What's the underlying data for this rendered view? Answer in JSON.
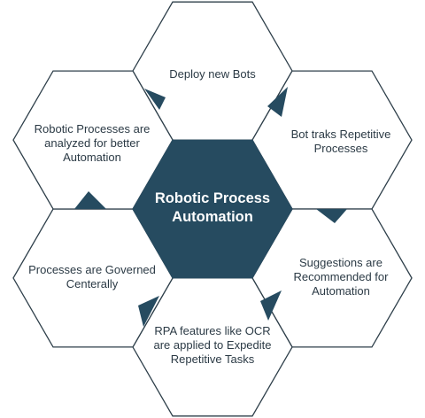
{
  "center": {
    "lines": [
      "Robotic Process",
      "Automation"
    ],
    "color": "#264b60"
  },
  "hex_stroke": "#2e3f4a",
  "petals": [
    {
      "id": "top",
      "lines": [
        "Deploy new Bots"
      ]
    },
    {
      "id": "upper-right",
      "lines": [
        "Bot traks Repetitive",
        "Processes"
      ]
    },
    {
      "id": "lower-right",
      "lines": [
        "Suggestions are",
        "Recommended for",
        "Automation"
      ]
    },
    {
      "id": "bottom",
      "lines": [
        "RPA features like OCR",
        "are applied to Expedite",
        "Repetitive Tasks"
      ]
    },
    {
      "id": "lower-left",
      "lines": [
        "Processes are Governed",
        "Centerally"
      ]
    },
    {
      "id": "upper-left",
      "lines": [
        "Robotic Processes are",
        "analyzed for better",
        "Automation"
      ]
    }
  ]
}
